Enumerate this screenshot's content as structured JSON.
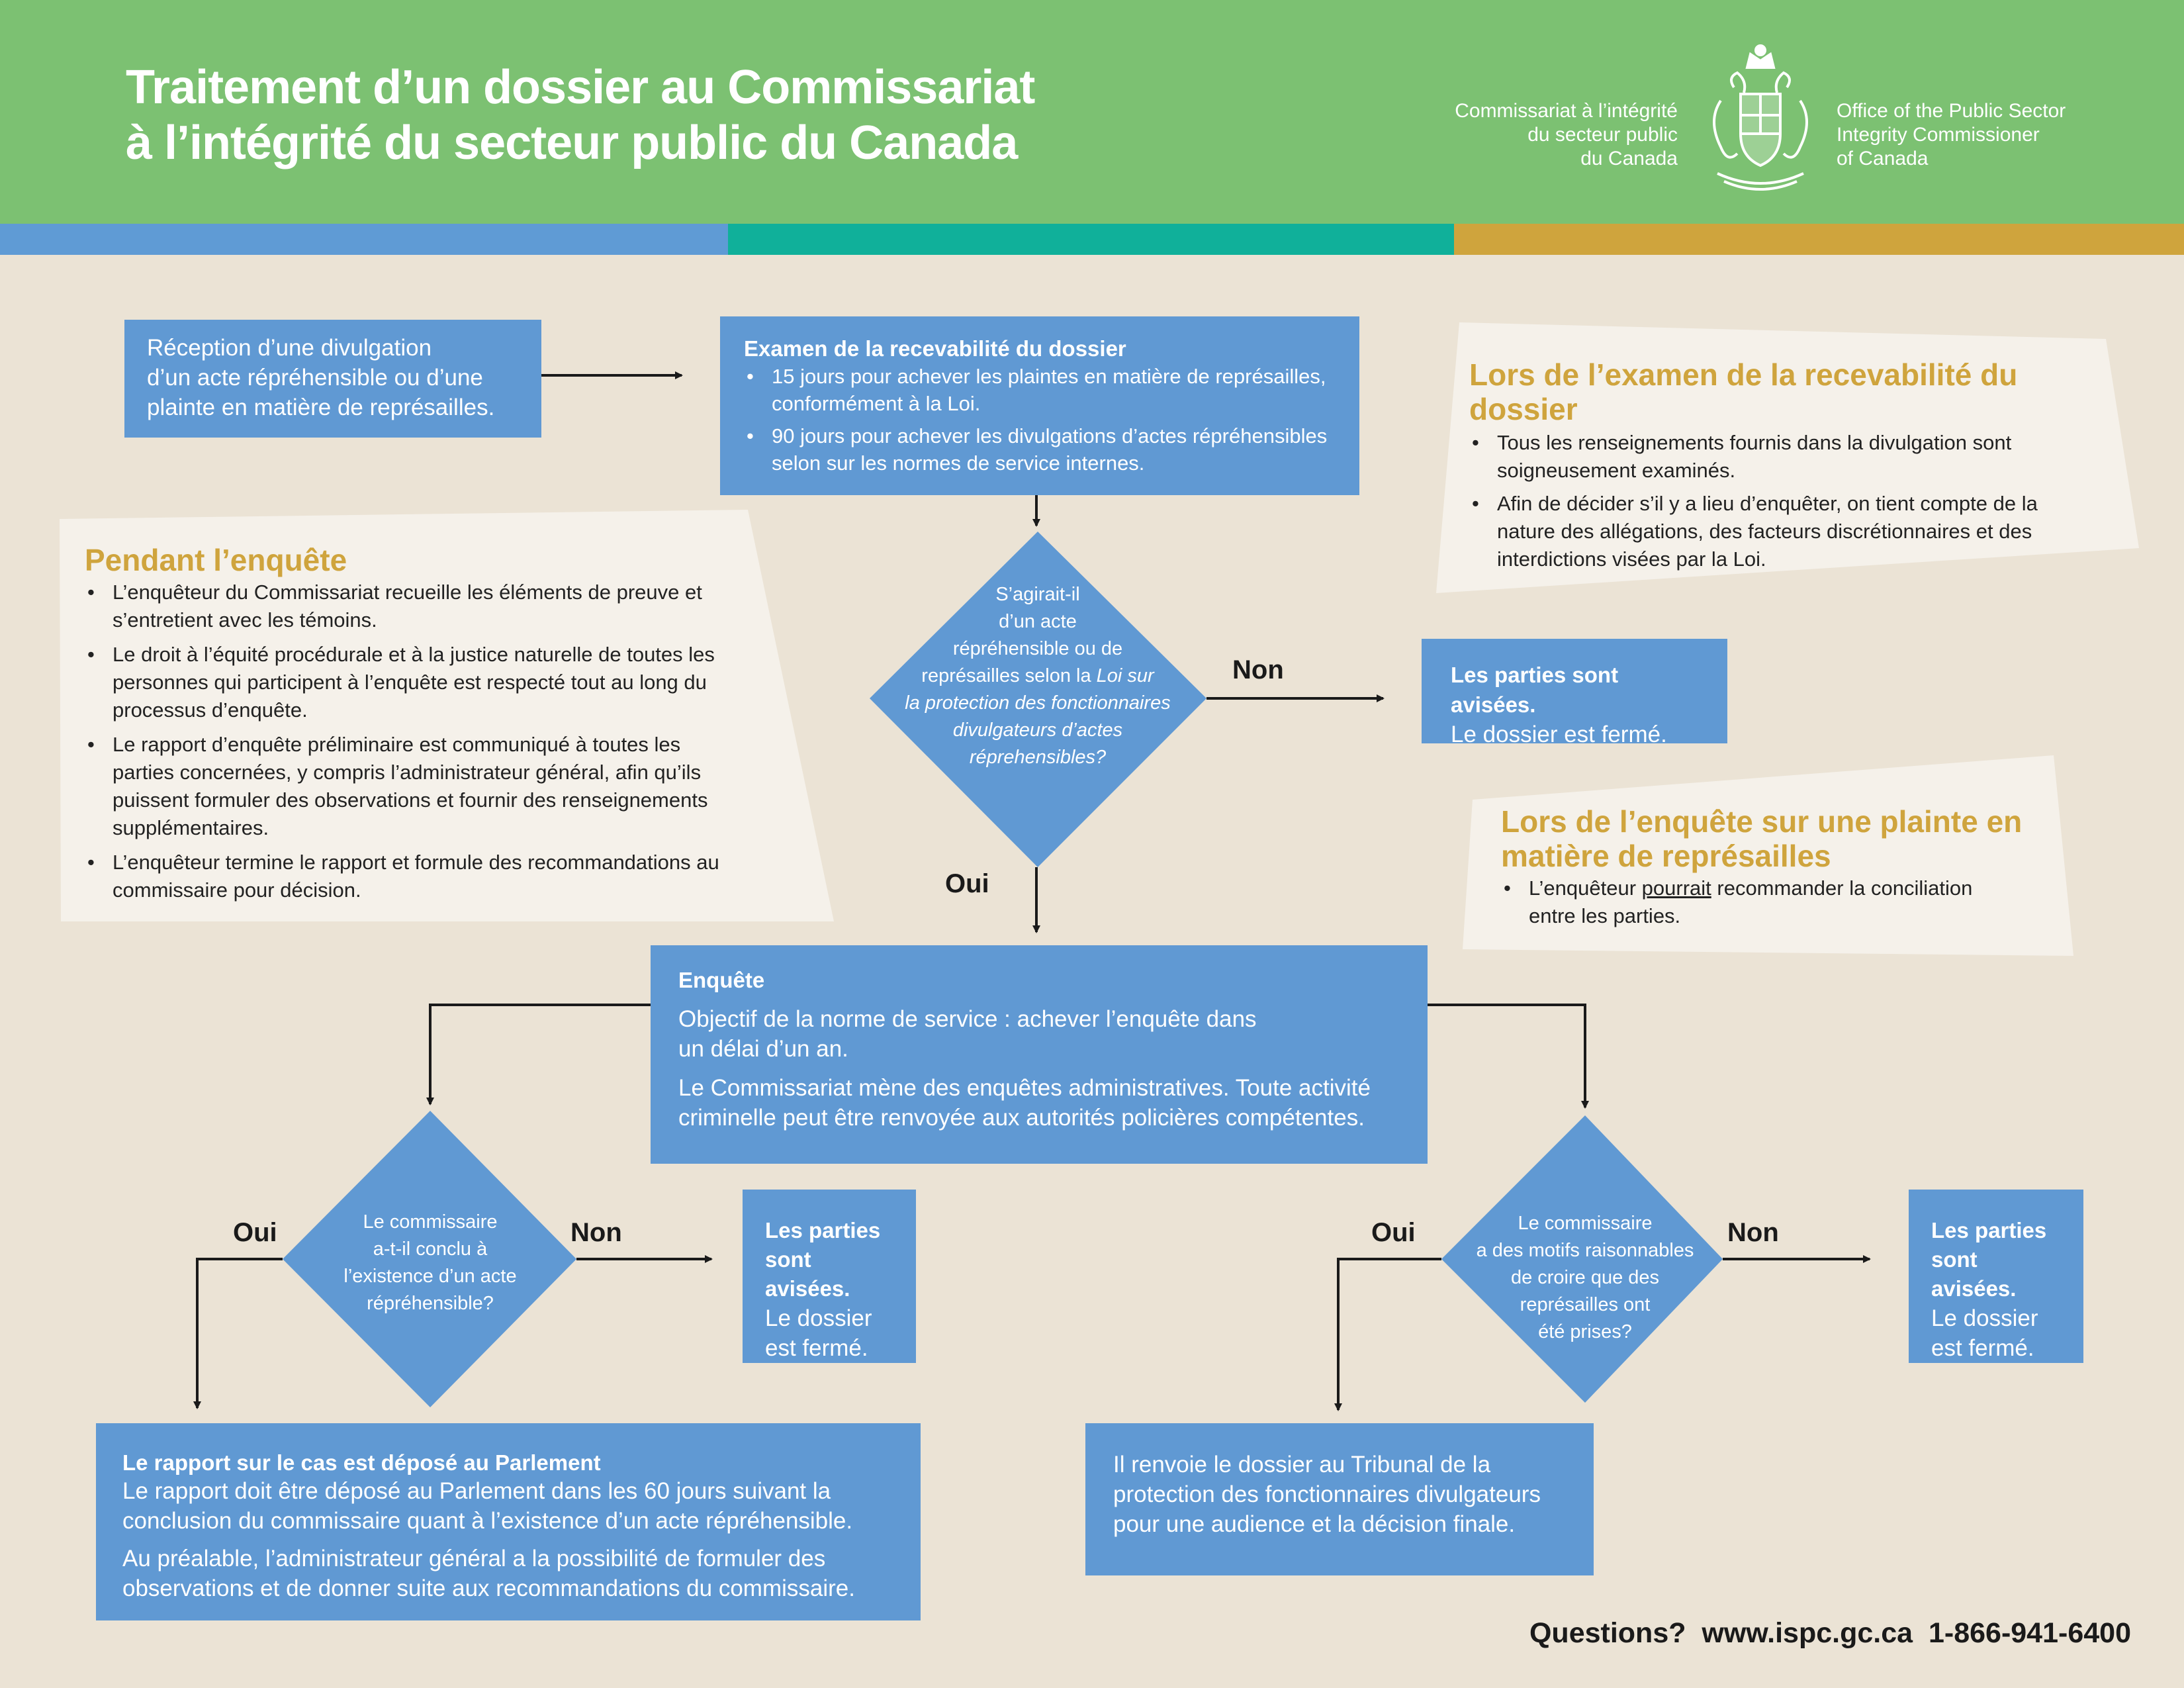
{
  "header": {
    "title": "Traitement d’un dossier au Commissariat\nà l’intégrité du secteur public du Canada",
    "org_fr": "Commissariat à l’intégrité\ndu secteur public\ndu Canada",
    "org_en": "Office of the Public Sector\nIntegrity Commissioner\nof Canada",
    "crest_icon": "coat-of-arms-icon"
  },
  "colors": {
    "header_green": "#7cc172",
    "box_blue": "#6099d3",
    "teal": "#10b09a",
    "gold": "#cfa43d",
    "background": "#ebe3d5"
  },
  "flow": {
    "reception": "Réception d’une divulgation\nd’un acte répréhensible ou d’une\nplainte en matière de représailles.",
    "examen": {
      "title": "Examen de la recevabilité du dossier",
      "items": [
        "15 jours pour achever les plaintes en matière de représailles,\nconformément à la Loi.",
        "90 jours pour achever les divulgations d’actes répréhensibles\nselon sur les normes de service internes."
      ]
    },
    "decision1": {
      "line1": "S’agirait-il\nd’un acte\nrépréhensible ou de\nreprésailles selon la ",
      "italic": "Loi sur\nla protection des fonctionnaires\ndivulgateurs d’actes\nréprehensibles?"
    },
    "non_label": "Non",
    "oui_label": "Oui",
    "closed1": {
      "bold": "Les parties sont avisées.",
      "text": "Le dossier est fermé."
    },
    "enquete": {
      "title": "Enquête",
      "p1": "Objectif de la norme de service : achever l’enquête dans\nun délai d’un an.",
      "p2": "Le Commissariat mène des enquêtes administratives. Toute activité\ncriminelle peut être renvoyée aux autorités policières compétentes."
    },
    "decision2": "Le commissaire\na-t-il conclu à\nl’existence d’un acte\nrépréhensible?",
    "closed2": {
      "bold": "Les parties\nsont avisées.",
      "text": "Le dossier\nest fermé."
    },
    "decision3": "Le commissaire\na des motifs raisonnables\nde croire que des\nreprésailles ont\nété prises?",
    "closed3": {
      "bold": "Les parties\nsont avisées.",
      "text": "Le dossier\nest fermé."
    },
    "rapport": {
      "title": "Le rapport sur le cas est déposé au Parlement",
      "p1": "Le rapport doit être déposé au Parlement dans les 60 jours suivant la\nconclusion du commissaire quant à l’existence d’un acte répréhensible.",
      "p2": "Au préalable, l’administrateur général a la possibilité de formuler des\nobservations et de donner suite aux recommandations du commissaire."
    },
    "tribunal": "Il renvoie le dossier au Tribunal de la\nprotection des fonctionnaires divulgateurs\npour une audience et la décision finale."
  },
  "notes": {
    "recevabilite": {
      "title": "Lors de l’examen de la recevabilité du dossier",
      "items": [
        "Tous les renseignements fournis dans la divulgation sont\nsoigneusement examinés.",
        "Afin de décider s’il y a lieu d’enquêter, on tient compte de la\nnature des allégations, des facteurs discrétionnaires et des\ninterdictions visées par la Loi."
      ]
    },
    "enquete": {
      "title": "Pendant l’enquête",
      "items": [
        "L’enquêteur du Commissariat recueille les éléments de preuve et\ns’entretient avec les témoins.",
        "Le droit à l’équité procédurale et à la justice naturelle de toutes les\npersonnes qui participent à l’enquête est respecté tout au long du\nprocessus d’enquête.",
        "Le rapport d’enquête préliminaire est communiqué à toutes les\nparties concernées, y compris l’administrateur général, afin qu’ils\npuissent formuler des observations et fournir des renseignements\nsupplémentaires.",
        "L’enquêteur termine le rapport et formule des recommandations au\ncommissaire pour décision."
      ]
    },
    "represailles": {
      "title": "Lors de l’enquête sur une plainte en\nmatière de représailles",
      "item_pre": "L’enquêteur ",
      "item_underlined": "pourrait",
      "item_post": " recommander la conciliation\nentre les parties."
    }
  },
  "footer": {
    "questions": "Questions?",
    "website": "www.ispc.gc.ca",
    "phone": "1-866-941-6400"
  }
}
